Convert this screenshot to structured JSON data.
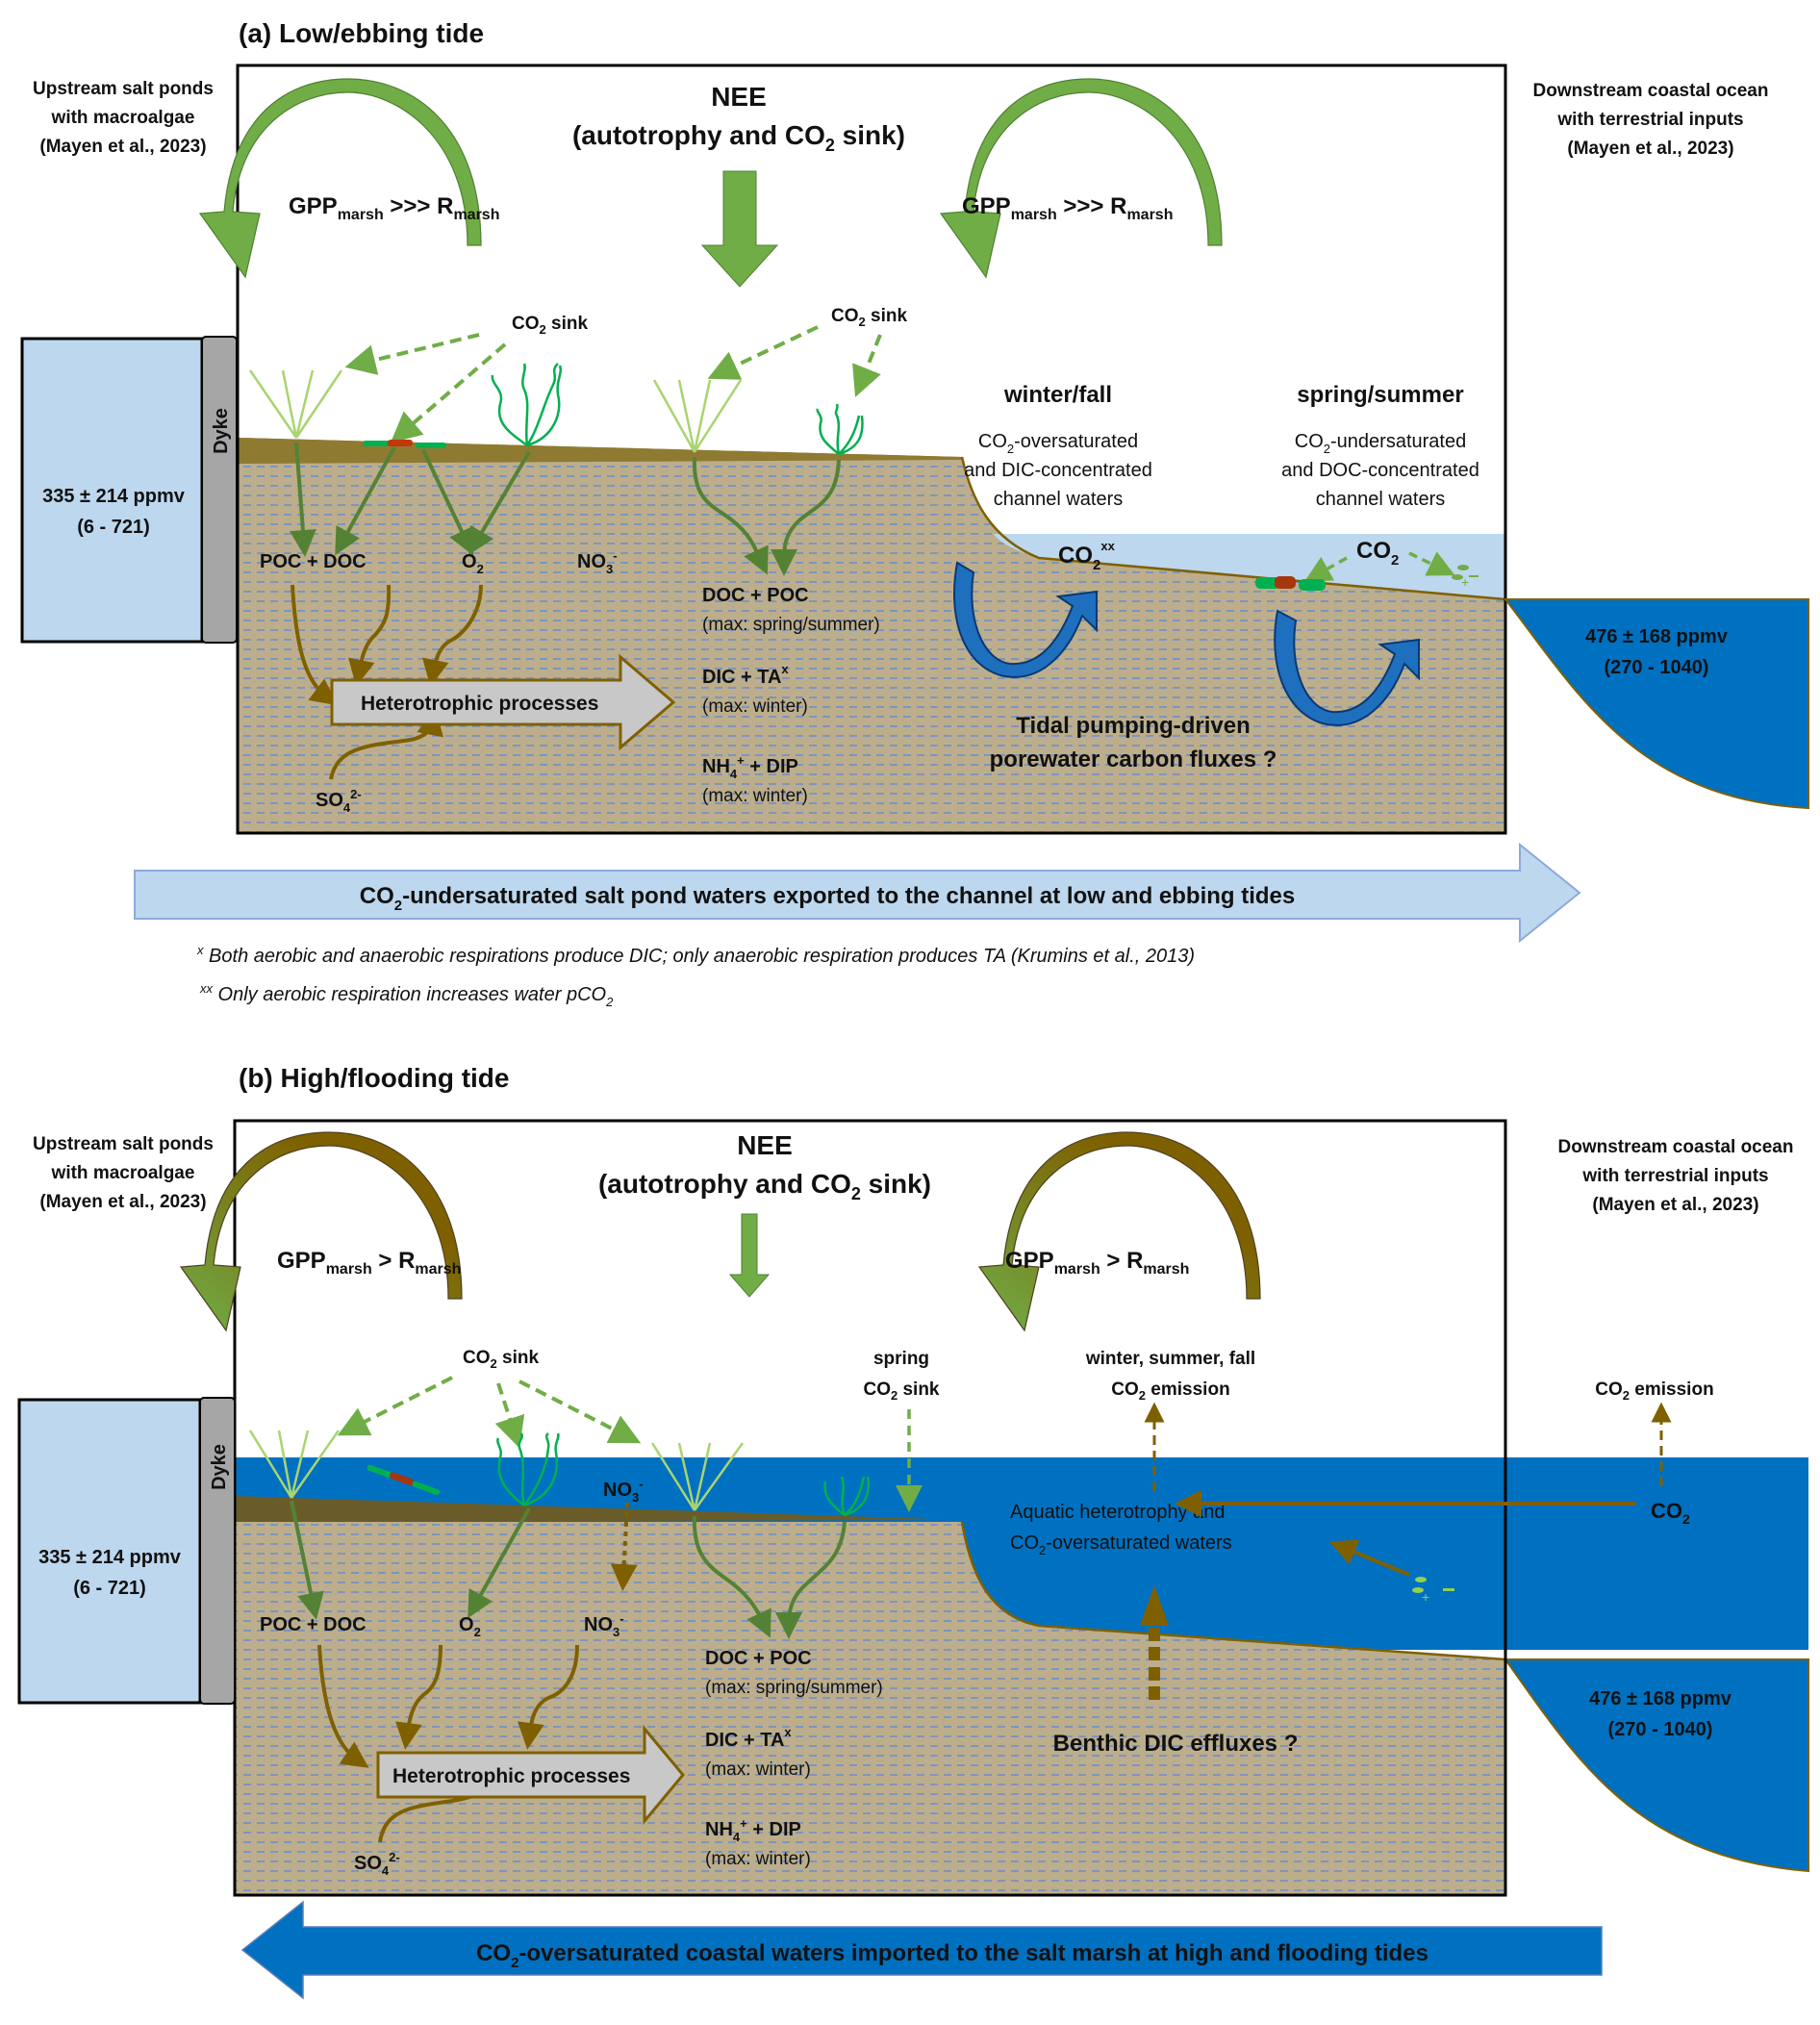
{
  "panel_a": {
    "title": "(a) Low/ebbing tide",
    "upstream_label": [
      "Upstream salt ponds",
      "with macroalgae",
      "(Mayen et al., 2023)"
    ],
    "downstream_label": [
      "Downstream coastal ocean",
      "with terrestrial inputs",
      "(Mayen et al., 2023)"
    ],
    "nee_title": "NEE",
    "nee_subtitle_pre": "(autotrophy and CO",
    "nee_subtitle_sub": "2",
    "nee_subtitle_post": " sink)",
    "gpp_left": {
      "gpp": "GPP",
      "gpp_sub": "marsh",
      "op": " >>> ",
      "r": "R",
      "r_sub": "marsh"
    },
    "gpp_right": {
      "gpp": "GPP",
      "gpp_sub": "marsh",
      "op": " >>> ",
      "r": "R",
      "r_sub": "marsh"
    },
    "co2_sink_left": {
      "pre": "CO",
      "sub": "2",
      "post": " sink"
    },
    "co2_sink_mid": {
      "pre": "CO",
      "sub": "2",
      "post": " sink"
    },
    "dyke": "Dyke",
    "pond_value": "335 ± 214 ppmv",
    "pond_range": "(6 - 721)",
    "ocean_value": "476 ± 168 ppmv",
    "ocean_range": "(270 - 1040)",
    "poc_doc": "POC + DOC",
    "o2": {
      "pre": "O",
      "sub": "2"
    },
    "no3": {
      "pre": "NO",
      "sub": "3",
      "sup": "-"
    },
    "so4": {
      "pre": "SO",
      "sub": "4",
      "sup": "2-"
    },
    "heterotrophic": "Heterotrophic processes",
    "products": [
      {
        "title": "DOC + POC",
        "note": "(max: spring/summer)"
      },
      {
        "title": "DIC + TA",
        "title_sup": "x",
        "note": "(max: winter)"
      },
      {
        "title": "NH",
        "title_sub": "4",
        "title_sup": "+",
        "title_post": " + DIP",
        "note": "(max: winter)"
      }
    ],
    "winter_fall": {
      "title": "winter/fall",
      "lines": [
        "-oversaturated",
        "and DIC-concentrated",
        "channel waters"
      ]
    },
    "spring_summer": {
      "title": "spring/summer",
      "lines": [
        "-undersaturated",
        "and DOC-concentrated",
        "channel waters"
      ]
    },
    "co2_xx": {
      "pre": "CO",
      "sub": "2",
      "sup": "xx"
    },
    "co2_channel": {
      "pre": "CO",
      "sub": "2"
    },
    "tidal_pumping": [
      "Tidal pumping-driven",
      "porewater carbon fluxes ?"
    ],
    "export_arrow": {
      "pre": "CO",
      "sub": "2",
      "post": "-undersaturated salt pond waters exported to the channel at low and ebbing tides"
    },
    "footnotes": [
      {
        "mark": "x",
        "text": " Both aerobic and anaerobic respirations produce DIC; only anaerobic respiration produces TA (Krumins et al., 2013)"
      },
      {
        "mark": "xx",
        "text": " Only aerobic respiration increases water pCO",
        "sub": "2"
      }
    ]
  },
  "panel_b": {
    "title": "(b) High/flooding tide",
    "upstream_label": [
      "Upstream salt ponds",
      "with macroalgae",
      "(Mayen et al., 2023)"
    ],
    "downstream_label": [
      "Downstream coastal ocean",
      "with terrestrial inputs",
      "(Mayen et al., 2023)"
    ],
    "nee_title": "NEE",
    "nee_subtitle_pre": "(autotrophy and CO",
    "nee_subtitle_sub": "2",
    "nee_subtitle_post": " sink)",
    "gpp_left": {
      "gpp": "GPP",
      "gpp_sub": "marsh",
      "op": " > ",
      "r": "R",
      "r_sub": "marsh"
    },
    "gpp_right": {
      "gpp": "GPP",
      "gpp_sub": "marsh",
      "op": " > ",
      "r": "R",
      "r_sub": "marsh"
    },
    "co2_sink": {
      "pre": "CO",
      "sub": "2",
      "post": " sink"
    },
    "spring_sink": {
      "line1": "spring",
      "pre": "CO",
      "sub": "2",
      "post": " sink"
    },
    "season_emission": {
      "line1": "winter, summer, fall",
      "pre": "CO",
      "sub": "2",
      "post": " emission"
    },
    "ocean_emission": {
      "pre": "CO",
      "sub": "2",
      "post": " emission"
    },
    "dyke": "Dyke",
    "pond_value": "335 ± 214 ppmv",
    "pond_range": "(6 - 721)",
    "ocean_value": "476 ± 168 ppmv",
    "ocean_range": "(270 - 1040)",
    "poc_doc": "POC + DOC",
    "o2": {
      "pre": "O",
      "sub": "2"
    },
    "no3": {
      "pre": "NO",
      "sub": "3",
      "sup": "-"
    },
    "no3_water": {
      "pre": "NO",
      "sub": "3",
      "sup": "-"
    },
    "so4": {
      "pre": "SO",
      "sub": "4",
      "sup": "2-"
    },
    "heterotrophic": "Heterotrophic processes",
    "products": [
      {
        "title": "DOC + POC",
        "note": "(max: spring/summer)"
      },
      {
        "title": "DIC + TA",
        "title_sup": "x",
        "note": "(max: winter)"
      },
      {
        "title": "NH",
        "title_sub": "4",
        "title_sup": "+",
        "title_post": " + DIP",
        "note": "(max: winter)"
      }
    ],
    "aquatic": [
      "Aquatic heterotrophy and",
      "-oversaturated waters"
    ],
    "co2_ocean": {
      "pre": "CO",
      "sub": "2"
    },
    "benthic": "Benthic DIC effluxes ?",
    "import_arrow": {
      "pre": "CO",
      "sub": "2",
      "post": "-oversaturated coastal waters imported to the salt marsh at high and flooding tides"
    }
  },
  "colors": {
    "leaf_green": "#70AD47",
    "light_blue": "#BDD7EE",
    "ocean_blue": "#0070C0",
    "sediment": "#BCAE8C",
    "marsh_brown": "#8F7A32",
    "arrow_brown": "#7F6000",
    "dyke_grey": "#A6A6A6",
    "pump_blue": "#1F6FBF"
  }
}
